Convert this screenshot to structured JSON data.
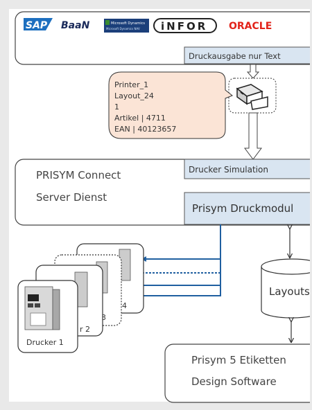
{
  "logos": {
    "sap": "SAP",
    "baan": "BaaN",
    "dynamics_line1": "Microsoft Dynamics",
    "dynamics_line2": "Microsoft Dynamics NAV",
    "infor": "iNFOR",
    "oracle": "ORACLE"
  },
  "top_tab": "Druckausgabe nur Text",
  "callout_lines": [
    "Printer_1",
    "Layout_24",
    "1",
    "Artikel | 4711",
    "EAN | 40123657"
  ],
  "server": {
    "title_line1": "PRISYM Connect",
    "title_line2": "Server Dienst",
    "sim_tab": "Drucker Simulation",
    "module_tab": "Prisym Druckmodul"
  },
  "printers": [
    {
      "label": "Drucker 1"
    },
    {
      "label": "r 2"
    },
    {
      "label": "3"
    },
    {
      "label": "4"
    }
  ],
  "layouts_label": "Layouts",
  "design_box": {
    "line1": "Prisym 5 Etiketten",
    "line2": "Design Software"
  },
  "colors": {
    "background": "#e9e9e9",
    "tab_fill": "#d9e5f1",
    "callout_fill": "#fbe4d6",
    "arrow_blue": "#1f5fa0",
    "sap_blue": "#1d6fbf",
    "oracle_red": "#e2231a",
    "dynamics_green": "#3a8c2f"
  }
}
